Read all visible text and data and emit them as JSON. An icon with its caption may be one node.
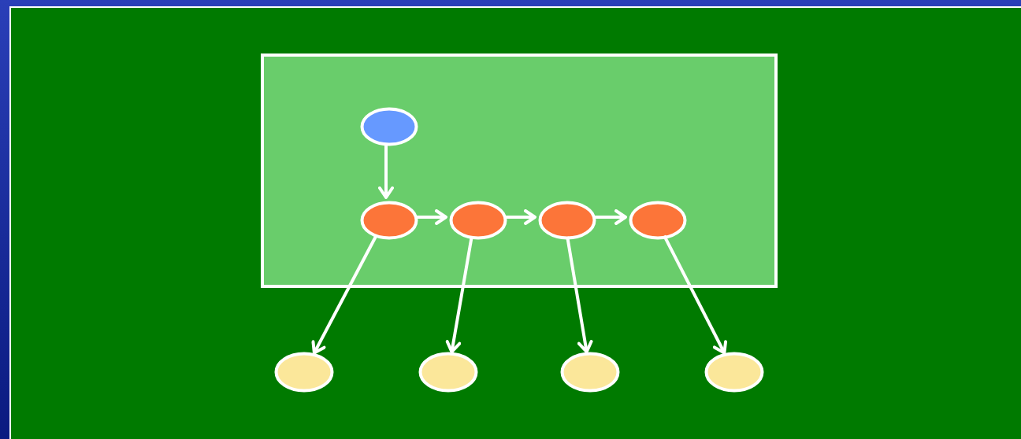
{
  "diagram": {
    "nodes": [
      {
        "text": [],
        "shape": "box"
      },
      {
        "text": [],
        "shape": "ellipse",
        "in": 0
      },
      {
        "text": [],
        "shape": "ellipse",
        "in": 0
      },
      {
        "text": [],
        "shape": "ellipse",
        "in": 0
      },
      {
        "text": [],
        "shape": "ellipse",
        "in": 0
      },
      {
        "text": [],
        "shape": "ellipse",
        "in": 0
      },
      {
        "text": [],
        "shape": "ellipse"
      },
      {
        "text": [],
        "shape": "ellipse"
      },
      {
        "text": [],
        "shape": "ellipse"
      },
      {
        "text": [],
        "shape": "ellipse"
      }
    ],
    "edges": [
      {
        "from": 1,
        "to": 2,
        "arrow": "to"
      },
      {
        "from": 2,
        "to": 3,
        "arrow": "to"
      },
      {
        "from": 3,
        "to": 4,
        "arrow": "to"
      },
      {
        "from": 4,
        "to": 5,
        "arrow": "to"
      },
      {
        "from": 2,
        "to": 6,
        "arrow": "to"
      },
      {
        "from": 3,
        "to": 7,
        "arrow": "to"
      },
      {
        "from": 4,
        "to": 8,
        "arrow": "to"
      },
      {
        "from": 5,
        "to": 9,
        "arrow": "to"
      }
    ]
  }
}
